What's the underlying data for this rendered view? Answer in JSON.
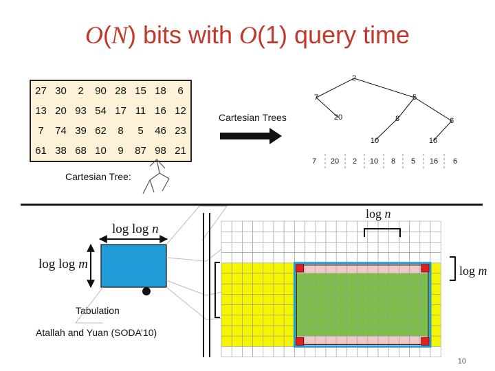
{
  "title": {
    "pre": "O",
    "mid1": "(",
    "n": "N",
    "mid2": ")",
    "text1": " bits with ",
    "o2": "O",
    "one": "(1)",
    "text2": " query time"
  },
  "matrix": [
    [
      "27",
      "30",
      "2",
      "90",
      "28",
      "15",
      "18",
      "6"
    ],
    [
      "13",
      "20",
      "93",
      "54",
      "17",
      "11",
      "16",
      "12"
    ],
    [
      "7",
      "74",
      "39",
      "62",
      "8",
      "5",
      "46",
      "23"
    ],
    [
      "61",
      "38",
      "68",
      "10",
      "9",
      "87",
      "98",
      "21"
    ]
  ],
  "labels": {
    "cartesian_tree": "Cartesian Tree:",
    "cartesian_trees": "Cartesian Trees",
    "tabulation": "Tabulation",
    "citation": "Atallah and Yuan (SODA’10)",
    "loglogn": "log log n",
    "loglogm": "log log m",
    "logn": "log n",
    "logm": "log m",
    "page_number": "10"
  },
  "tree_nodes": [
    "2",
    "7",
    "5",
    "20",
    "8",
    "6",
    "10",
    "16"
  ],
  "array": [
    "7",
    "20",
    "2",
    "10",
    "8",
    "5",
    "16",
    "6"
  ],
  "colors": {
    "title": "#c0392b",
    "matrix_bg": "#fdf2d8",
    "blue": "#1f9bd7",
    "yellow": "#f5f500",
    "pink": "#f0c8c8",
    "red": "#e02020"
  }
}
